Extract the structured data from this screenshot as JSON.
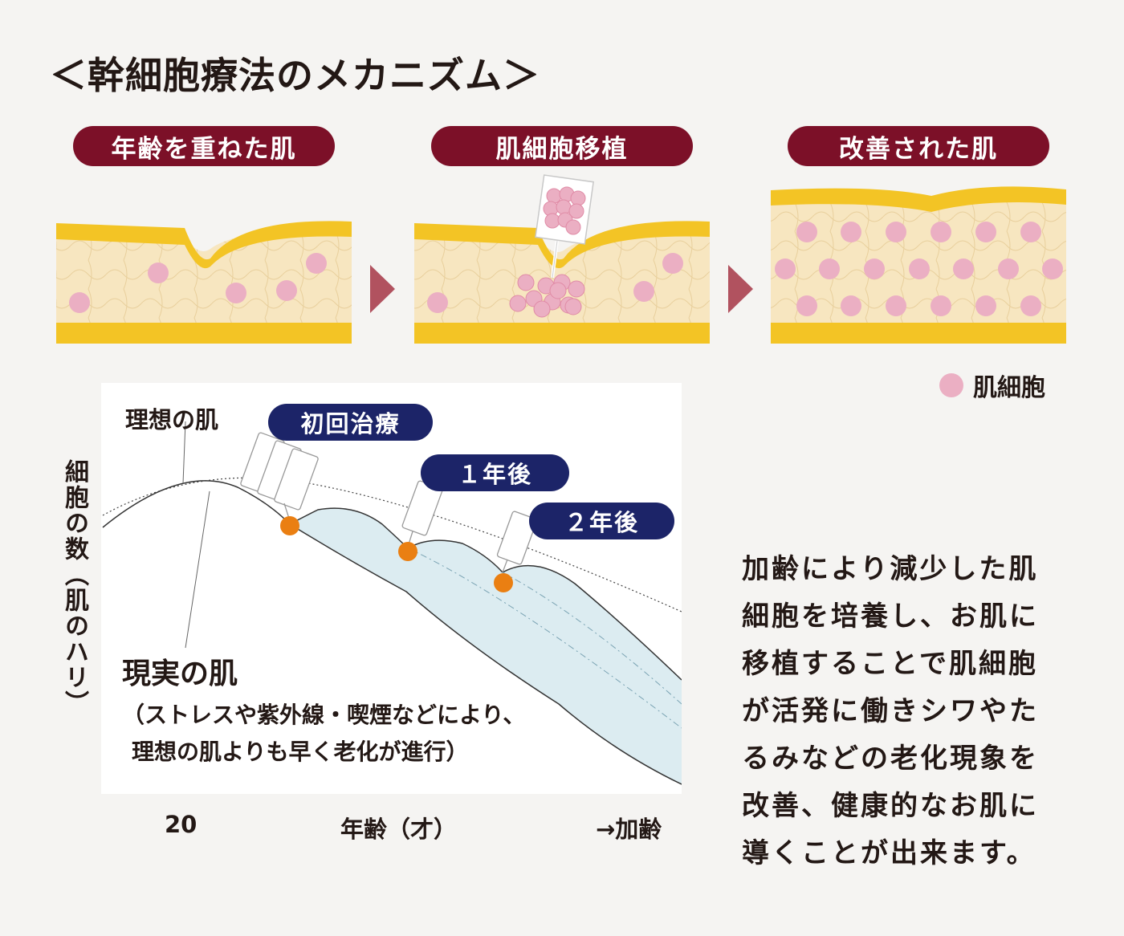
{
  "title": "＜幹細胞療法のメカニズム＞",
  "steps": [
    {
      "label": "年齢を重ねた肌"
    },
    {
      "label": "肌細胞移植"
    },
    {
      "label": "改善された肌"
    }
  ],
  "legend": {
    "label": "肌細胞"
  },
  "graph": {
    "y_label": "細胞の数（肌のハリ）",
    "ideal_label": "理想の肌",
    "real_label": "現実の肌",
    "real_note_lines": [
      "（ストレスや紫外線・喫煙などにより、",
      "理想の肌よりも早く老化が進行）"
    ],
    "treatments": [
      {
        "label": "初回治療"
      },
      {
        "label": "１年後"
      },
      {
        "label": "２年後"
      }
    ],
    "x_start": "20",
    "x_label": "年齢（才）",
    "x_end": "→加齢"
  },
  "description_lines": [
    "加齢により減少した肌",
    "細胞を培養し、お肌に",
    "移植することで肌細胞",
    "が活発に働きシワやた",
    "るみなどの老化現象を",
    "改善、健康的なお肌に",
    "導くことが出来ます。"
  ],
  "colors": {
    "pill": "#7c1028",
    "badge": "#1c2468",
    "skin_band": "#f3c425",
    "skin_fill": "#f7e6c0",
    "cell": "#ebafc3",
    "arrow": "#b1525f",
    "treatment_dot": "#ea7f12",
    "improvement_fill": "#dcecf1"
  }
}
